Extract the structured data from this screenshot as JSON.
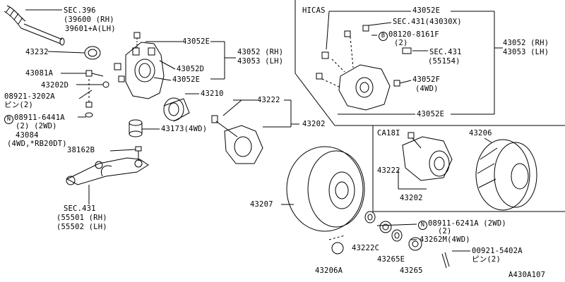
{
  "title_code": "A430A107",
  "hicas": "HICAS",
  "ca18i": "CA18I",
  "labels": {
    "sec396": "SEC.396",
    "p39600": "(39600  (RH)",
    "p39601": "39601+A(LH)",
    "p43232": "43232",
    "p43081A": "43081A",
    "p43202D": "43202D",
    "p08921": "08921-3202A",
    "pin2a": "ピン(2)",
    "n_08911a": "08911-6441A",
    "n_08911a_sub": "(2) (2WD)",
    "p43084": "43084",
    "p43084_sub": "(4WD,*RB20DT)",
    "p38162B": "38162B",
    "sec431a": "SEC.431",
    "p55501": "(55501 (RH)",
    "p55502": "(55502 (LH)",
    "p43052E_1": "43052E",
    "p43052D": "43052D",
    "p43052E_2": "43052E",
    "p43052_rh": "43052 (RH)",
    "p43053_lh": "43053 (LH)",
    "p43210": "43210",
    "p43173": "43173(4WD)",
    "p43222": "43222",
    "p43202": "43202",
    "h_43052E_top": "43052E",
    "h_sec431": "SEC.431(43030X)",
    "h_08120": "08120-8161F",
    "h_08120_sub": "(2)",
    "h_sec431b": "SEC.431",
    "h_55154": "(55154)",
    "h_43052F": "43052F",
    "h_43052F_sub": "(4WD)",
    "h_43052E_bot": "43052E",
    "h_43052_rh": "43052 (RH)",
    "h_43053_lh": "43053 (LH)",
    "c_43206": "43206",
    "c_43222": "43222",
    "c_43202": "43202",
    "p43207": "43207",
    "n_08911b": "08911-6241A (2WD)",
    "n_08911b_sub": "(2)",
    "p43262M": "43262M(4WD)",
    "p43222C": "43222C",
    "p43265E": "43265E",
    "p43206A": "43206A",
    "p43265": "43265",
    "p00921": "00921-5402A",
    "pin2b": "ピン(2)"
  },
  "markers": {
    "N": "N",
    "B": "B"
  }
}
